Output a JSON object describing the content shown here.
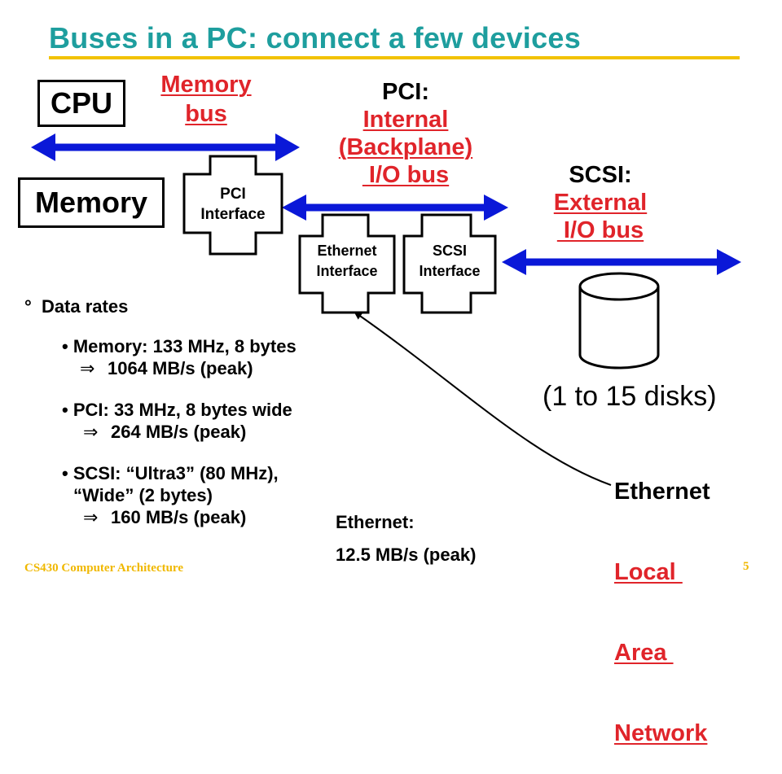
{
  "title": "Buses in a PC: connect a few devices",
  "cpu_label": "CPU",
  "memory_label": "Memory",
  "memory_bus": {
    "line1": "Memory ",
    "line2": "bus"
  },
  "pci": {
    "heading": "PCI:",
    "line1": "Internal",
    "line2": "(Backplane)",
    "line3": " I/O bus"
  },
  "scsi": {
    "heading": "SCSI:",
    "line1": "External",
    "line2": " I/O bus"
  },
  "pci_interface": {
    "line1": "PCI",
    "line2": "Interface"
  },
  "ethernet_interface": {
    "line1": "Ethernet",
    "line2": "Interface"
  },
  "scsi_interface": {
    "line1": "SCSI",
    "line2": "Interface"
  },
  "disks_label": "(1 to 15 disks)",
  "ethernet_lan": {
    "heading": "Ethernet",
    "line1": "Local ",
    "line2": "Area ",
    "line3": "Network"
  },
  "data_rates": {
    "heading": "Data rates",
    "bullet_symbol": "°",
    "arrow": "⇒",
    "memory": {
      "line1": "Memory: 133 MHz, 8 bytes",
      "line2": "1064 MB/s (peak)"
    },
    "pci": {
      "line1": "PCI: 33 MHz, 8 bytes wide",
      "line2": "264 MB/s (peak)"
    },
    "scsi": {
      "line1": "SCSI: “Ultra3” (80 MHz),",
      "line2": "“Wide” (2 bytes)",
      "line3": "160 MB/s (peak)"
    },
    "ethernet": {
      "line1": "Ethernet:",
      "line2": "12.5 MB/s (peak)"
    }
  },
  "footer": {
    "course": "CS430 Computer Architecture",
    "page": "5"
  },
  "colors": {
    "title": "#1e9e9e",
    "accent_red": "#e0242a",
    "bus_blue": "#0a18d8",
    "rule": "#f2c200",
    "footer": "#f0b800"
  }
}
